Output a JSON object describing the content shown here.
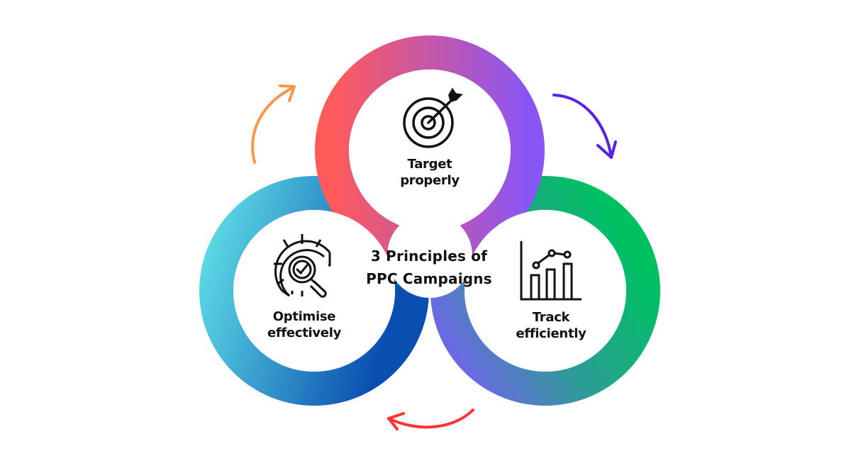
{
  "title_line1": "3 Principles of",
  "title_line2": "PPC Campaigns",
  "principles": [
    {
      "line1": "Target",
      "line2": "properly",
      "icon": "target-arrow-icon"
    },
    {
      "line1": "Track",
      "line2": "efficiently",
      "icon": "bar-chart-icon"
    },
    {
      "line1": "Optimise",
      "line2": "effectively",
      "icon": "magnifier-check-icon"
    }
  ],
  "colors": {
    "top_ring": [
      "#ff5a5a",
      "#8a55f5"
    ],
    "left_ring": [
      "#5edde6",
      "#0a4fb0"
    ],
    "right_ring": [
      "#7b5cf5",
      "#00c062"
    ],
    "arrow_orange": "#ff944d",
    "arrow_purple": "#5a1fe6",
    "arrow_red": "#ff3333"
  }
}
